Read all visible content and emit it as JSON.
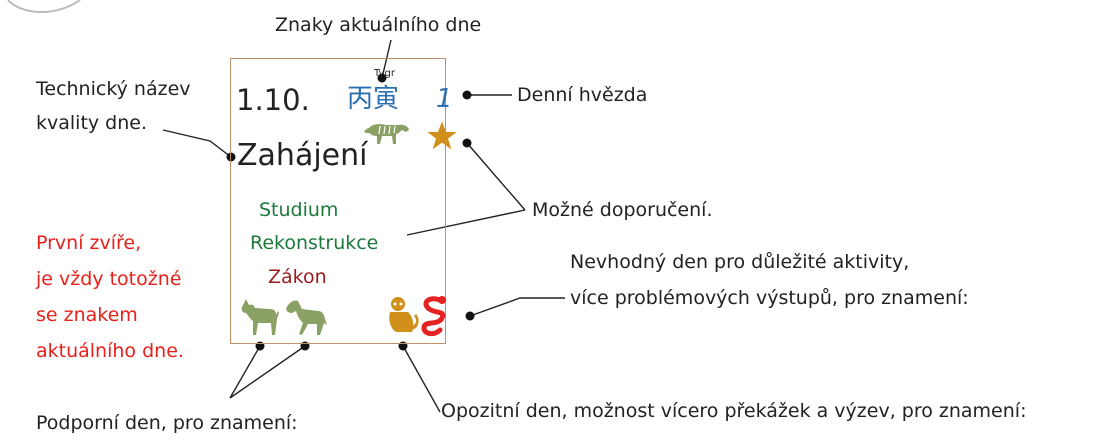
{
  "card": {
    "date": "1.10.",
    "zodiac_chars": "丙寅",
    "zodiac_name": "Tygr",
    "star_number": "1",
    "quality": "Zahájení",
    "recommendations": [
      "Studium",
      "Rekonstrukce"
    ],
    "warning": "Zákon",
    "colors": {
      "blue": "#2e6fb0",
      "green": "#1e7a3c",
      "darkred": "#9b1c1c",
      "gold": "#d18f1c",
      "red": "#e52222",
      "olive": "#8aa065",
      "border": "#c0906c"
    },
    "icons": {
      "main_animal": "tiger-icon",
      "star": "star-icon",
      "support": [
        "dog-icon",
        "horse-icon"
      ],
      "opposition": [
        "monkey-icon",
        "snake-icon"
      ]
    }
  },
  "annotations": {
    "current_day_signs": "Znaky aktuálního dne",
    "technical_name": [
      "Technický název",
      "kvality dne."
    ],
    "daily_star": "Denní hvězda",
    "possible_recommendation": "Možné doporučení.",
    "unsuitable_day": [
      "Nevhodný den pro důležité aktivity,",
      "více problémových výstupů, pro znamení:"
    ],
    "first_animal": [
      "První zvíře,",
      "je vždy totožné",
      "se znakem",
      "aktuálního dne."
    ],
    "support_day": "Podporní den, pro znamení:",
    "opposition_day": "Opozitní den, možnost vícero překážek a výzev, pro znamení:"
  }
}
